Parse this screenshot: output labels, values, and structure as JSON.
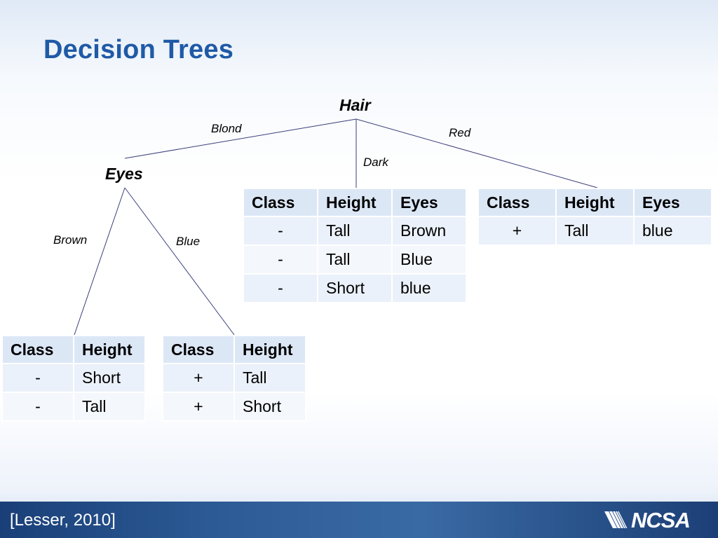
{
  "title": "Decision Trees",
  "tree": {
    "root": "Hair",
    "eyes_node": "Eyes",
    "edges": {
      "blond": "Blond",
      "dark": "Dark",
      "red": "Red",
      "brown": "Brown",
      "blue": "Blue"
    }
  },
  "tables": {
    "dark": {
      "headers": [
        "Class",
        "Height",
        "Eyes"
      ],
      "rows": [
        [
          "-",
          "Tall",
          "Brown"
        ],
        [
          "-",
          "Tall",
          "Blue"
        ],
        [
          "-",
          "Short",
          "blue"
        ]
      ]
    },
    "red": {
      "headers": [
        "Class",
        "Height",
        "Eyes"
      ],
      "rows": [
        [
          "+",
          "Tall",
          "blue"
        ]
      ]
    },
    "brown": {
      "headers": [
        "Class",
        "Height"
      ],
      "rows": [
        [
          "-",
          "Short"
        ],
        [
          "-",
          "Tall"
        ]
      ]
    },
    "blue": {
      "headers": [
        "Class",
        "Height"
      ],
      "rows": [
        [
          "+",
          "Tall"
        ],
        [
          "+",
          "Short"
        ]
      ]
    }
  },
  "footer": {
    "citation": "[Lesser, 2010]",
    "logo_text": "NCSA"
  },
  "colors": {
    "title": "#1f5aa6",
    "line": "#3a3f7a",
    "header_cell": "#dce7f6",
    "footer": "#2c5a94"
  }
}
